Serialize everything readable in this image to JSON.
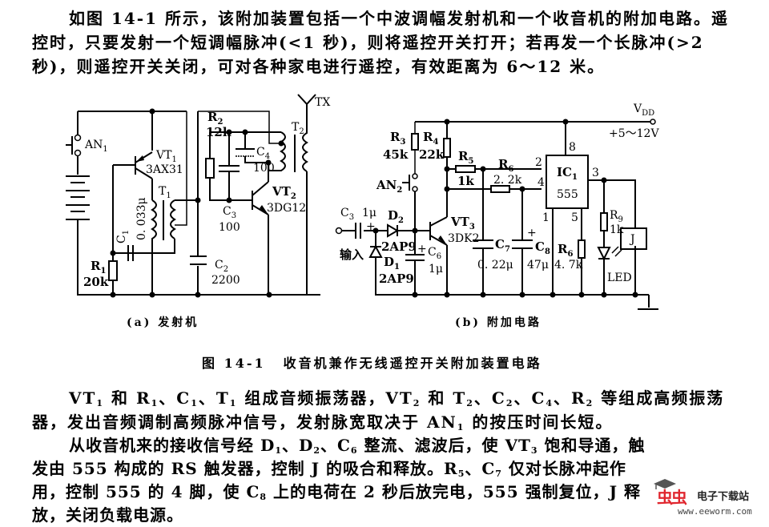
{
  "intro_paragraph": {
    "text": "如图 14-1 所示，该附加装置包括一个中波调幅发射机和一个收音机的附加电路。遥控时，只要发射一个短调幅脉冲(<1 秒)，则将遥控开关打开；若再发一个长脉冲(>2 秒)，则遥控开关关闭，可对各种家电进行遥控，有效距离为 6～12 米。"
  },
  "figure": {
    "number": "图 14-1",
    "title": "收音机兼作无线遥控开关附加装置电路",
    "panel_a": {
      "caption": "(a) 发射机",
      "labels": {
        "an1": "AN",
        "an1_sub": "1",
        "vt1": "VT",
        "vt1_sub": "1",
        "vt1_model": "3AX31",
        "t1": "T",
        "t1_sub": "1",
        "c1": "C",
        "c1_sub": "1",
        "c1_value": "0. 033μ",
        "r1": "R",
        "r1_sub": "1",
        "r1_value": "20k",
        "r2": "R",
        "r2_sub": "2",
        "r2_value": "12k",
        "c4": "C",
        "c4_sub": "4",
        "c4_value": "100",
        "c3": "C",
        "c3_sub": "3",
        "c3_value": "100",
        "t2": "T",
        "t2_sub": "2",
        "vt2": "VT",
        "vt2_sub": "2",
        "vt2_model": "3DG12",
        "c2": "C",
        "c2_sub": "2",
        "c2_value": "2200",
        "tx": "TX"
      }
    },
    "panel_b": {
      "caption": "(b) 附加电路",
      "labels": {
        "vdd": "V",
        "vdd_sub": "DD",
        "vdd_range": "+5～12V",
        "r3": "R",
        "r3_sub": "3",
        "r3_value": "45k",
        "r4": "R",
        "r4_sub": "4",
        "r4_value": "22k",
        "r5": "R",
        "r5_sub": "5",
        "r5_value": "1k",
        "r6a": "R",
        "r6a_sub": "6",
        "r6a_value": "2. 2k",
        "an2": "AN",
        "an2_sub": "2",
        "c3": "C",
        "c3_sub": "3",
        "c3_value": "1μ",
        "d2": "D",
        "d2_sub": "2",
        "d2_model": "2AP9",
        "d1": "D",
        "d1_sub": "1",
        "d1_model": "2AP9",
        "input": "输入",
        "c6": "C",
        "c6_sub": "6",
        "c6_value": "1μ",
        "vt3": "VT",
        "vt3_sub": "3",
        "vt3_model": "3DK2",
        "c7": "C",
        "c7_sub": "7",
        "c7_value": "0. 22μ",
        "c8": "C",
        "c8_sub": "8",
        "c8_value": "47μ",
        "r6b": "R",
        "r6b_sub": "6",
        "r6b_value": "4. 7k",
        "ic1": "IC",
        "ic1_sub": "1",
        "ic1_model": "555",
        "pin8": "8",
        "pin2": "2",
        "pin4": "4",
        "pin1": "1",
        "pin5": "5",
        "pin3": "3",
        "r9": "R",
        "r9_sub": "9",
        "r9_value": "1k",
        "relay": "J",
        "led": "LED",
        "plus": "+"
      }
    }
  },
  "paragraph_2": {
    "parts": [
      "VT",
      "1",
      " 和 R",
      "1",
      "、C",
      "1",
      "、T",
      "1",
      " 组成音频振荡器，VT",
      "2",
      " 和 T",
      "2",
      "、C",
      "2",
      "、C",
      "4",
      "、R",
      "2",
      " 等组成高频振荡器，发出音频调制高频脉冲信号，发射脉宽取决于 AN",
      "1",
      " 的按压时间长短。"
    ]
  },
  "paragraph_3": {
    "parts": [
      "从收音机来的接收信号经 D",
      "1",
      "、D",
      "2",
      "、C",
      "6",
      " 整流、滤波后，使 VT",
      "3",
      " 饱和导通，触发由 555 构成的 RS 触发器，控制 J 的吸合和释放。R",
      "5",
      "、C",
      "7",
      " 仅对长脉冲起作用，控制 555 的 4 脚，使 C",
      "8",
      " 上的电荷在 2 秒后放完电，555 强制复位，J 释放，关闭负载电源。"
    ]
  },
  "watermark": {
    "brand": "虫虫",
    "site_name": "电子下载站",
    "url": "www.eeworm.com",
    "brand_color": "#e0262e"
  }
}
